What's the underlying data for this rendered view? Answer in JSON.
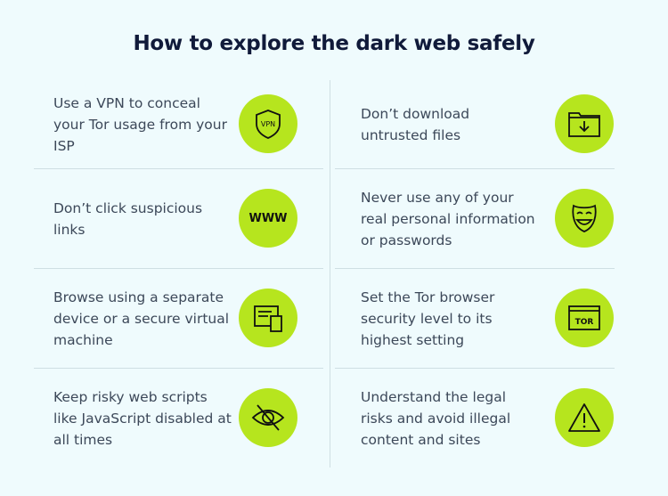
{
  "title": "How to explore the dark web safely",
  "accent_color": "#b6e51e",
  "tips": [
    {
      "text": "Use a VPN to conceal your Tor usage from your ISP",
      "icon": "vpn-shield-icon",
      "icon_text": "VPN"
    },
    {
      "text": "Don’t download untrusted files",
      "icon": "folder-download-icon"
    },
    {
      "text": "Don’t click suspicious links",
      "icon": "www-icon",
      "icon_text": "WWW"
    },
    {
      "text": "Never use any of your real personal information or passwords",
      "icon": "mask-icon"
    },
    {
      "text": "Browse using a separate device or a secure virtual machine",
      "icon": "devices-icon"
    },
    {
      "text": "Set the Tor browser security level to its highest setting",
      "icon": "tor-browser-icon",
      "icon_text": "TOR"
    },
    {
      "text": "Keep risky web scripts like JavaScript disabled at all times",
      "icon": "eye-slash-icon"
    },
    {
      "text": "Understand the legal risks and avoid illegal content and sites",
      "icon": "warning-icon"
    }
  ]
}
